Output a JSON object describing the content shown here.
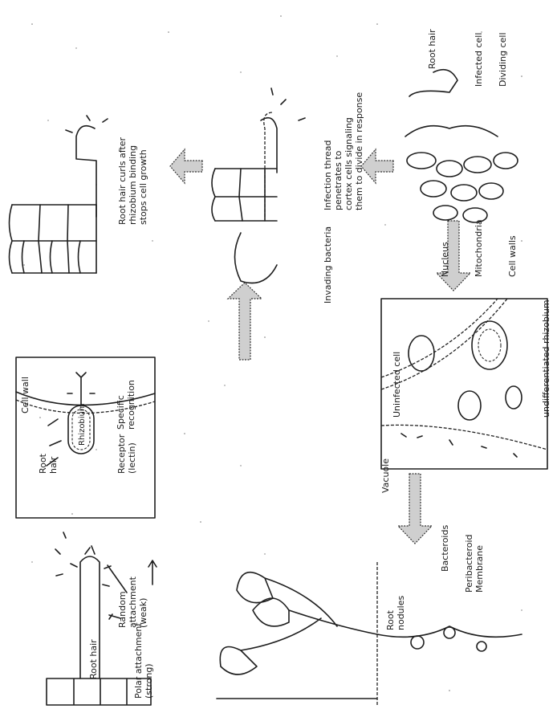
{
  "labels": {
    "polar_attachment": "Polar attachment\n(strong)",
    "root_hair_1": "Root hair",
    "random_attachment": "Random\nattachment\n(weak)",
    "root_hair_2": "Root\nhair",
    "cell_wall": "Cell wall",
    "receptor": "Receptor\n(lectin)",
    "rhizobium": "Rhizobium",
    "specific_recognition": "Specific\nrecognition",
    "root_hair_curls": "Root hair curls after\nrhizobium binding\nstops cell growth",
    "infection_thread": "Infection thread\npenetrates to\ncortex cells signaling\nthem to divide in response",
    "invading_bacteria": "Invading bacteria",
    "root_hair_3": "Root hair",
    "infected_cell": "Infected cell",
    "dividing_cell": "Dividing cell",
    "root_nodules": "Root\nnodules",
    "bacteroids": "Bacteroids",
    "peribacteroid": "Peribacteroid\nMembrane",
    "vacuole": "Vacuole",
    "uninfected_cell": "Uninfected cell",
    "nucleus": "Nucleus",
    "mitochondria": "Mitochondria",
    "cell_walls": "Cell walls",
    "undifferentiated": "undifferentiated rhizobium"
  }
}
